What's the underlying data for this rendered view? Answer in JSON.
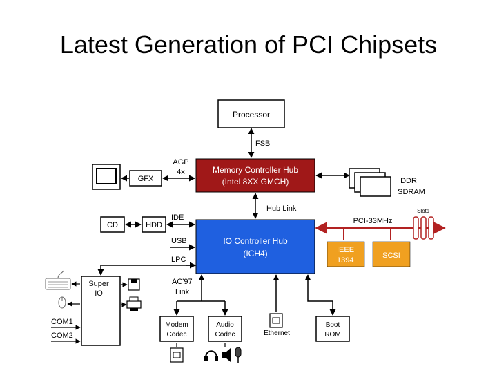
{
  "slide": {
    "title": "Latest Generation of PCI Chipsets"
  },
  "diagram": {
    "processor": "Processor",
    "fsb": "FSB",
    "agp": [
      "AGP",
      "4x"
    ],
    "gfx": "GFX",
    "mch": [
      "Memory Controller Hub",
      "(Intel 8XX GMCH)"
    ],
    "ddr": [
      "DDR",
      "SDRAM"
    ],
    "hub_link": "Hub Link",
    "pci": "PCI-33MHz",
    "slots": "Slots",
    "cd": "CD",
    "hdd": "HDD",
    "ide": "IDE",
    "usb": "USB",
    "lpc": "LPC",
    "ich": [
      "IO Controller Hub",
      "(ICH4)"
    ],
    "ieee": [
      "IEEE",
      "1394"
    ],
    "scsi": "SCSI",
    "super_io": [
      "Super",
      "IO"
    ],
    "ac97": [
      "AC'97",
      "Link"
    ],
    "com1": "COM1",
    "com2": "COM2",
    "modem": [
      "Modem",
      "Codec"
    ],
    "audio": [
      "Audio",
      "Codec"
    ],
    "ethernet": "Ethernet",
    "boot_rom": [
      "Boot",
      "ROM"
    ],
    "colors": {
      "mch": "#a01818",
      "ich": "#1f60e0",
      "orange": "#f0a020",
      "pci_bus": "#b22222"
    }
  }
}
